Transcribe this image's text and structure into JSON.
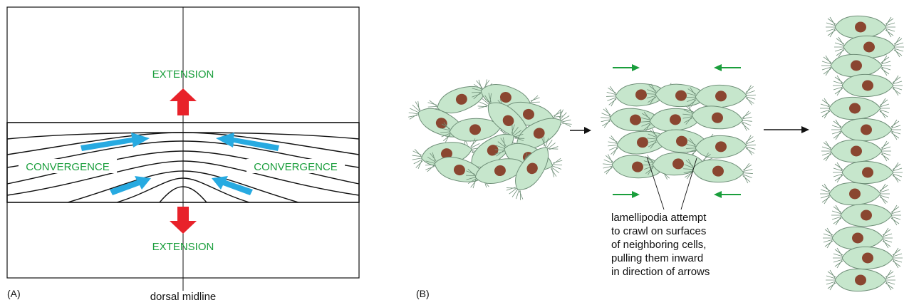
{
  "colors": {
    "cell_fill": "#c6e6cc",
    "cell_stroke": "#6f8f78",
    "nucleus": "#8a4630",
    "label_green": "#1a9e3c",
    "extension_arrow": "#e8222a",
    "convergence_arrow": "#27aae1",
    "small_arrow": "#1a9e3c",
    "line": "#111111"
  },
  "panel_a": {
    "label": "(A)",
    "extension_top": "EXTENSION",
    "extension_bottom": "EXTENSION",
    "convergence_left": "CONVERGENCE",
    "convergence_right": "CONVERGENCE",
    "midline_label": "dorsal midline"
  },
  "panel_b": {
    "label": "(B)",
    "caption_lines": [
      "lamellipodia attempt",
      "to crawl on surfaces",
      "of neighboring cells,",
      "pulling them inward",
      "in direction of arrows"
    ]
  }
}
